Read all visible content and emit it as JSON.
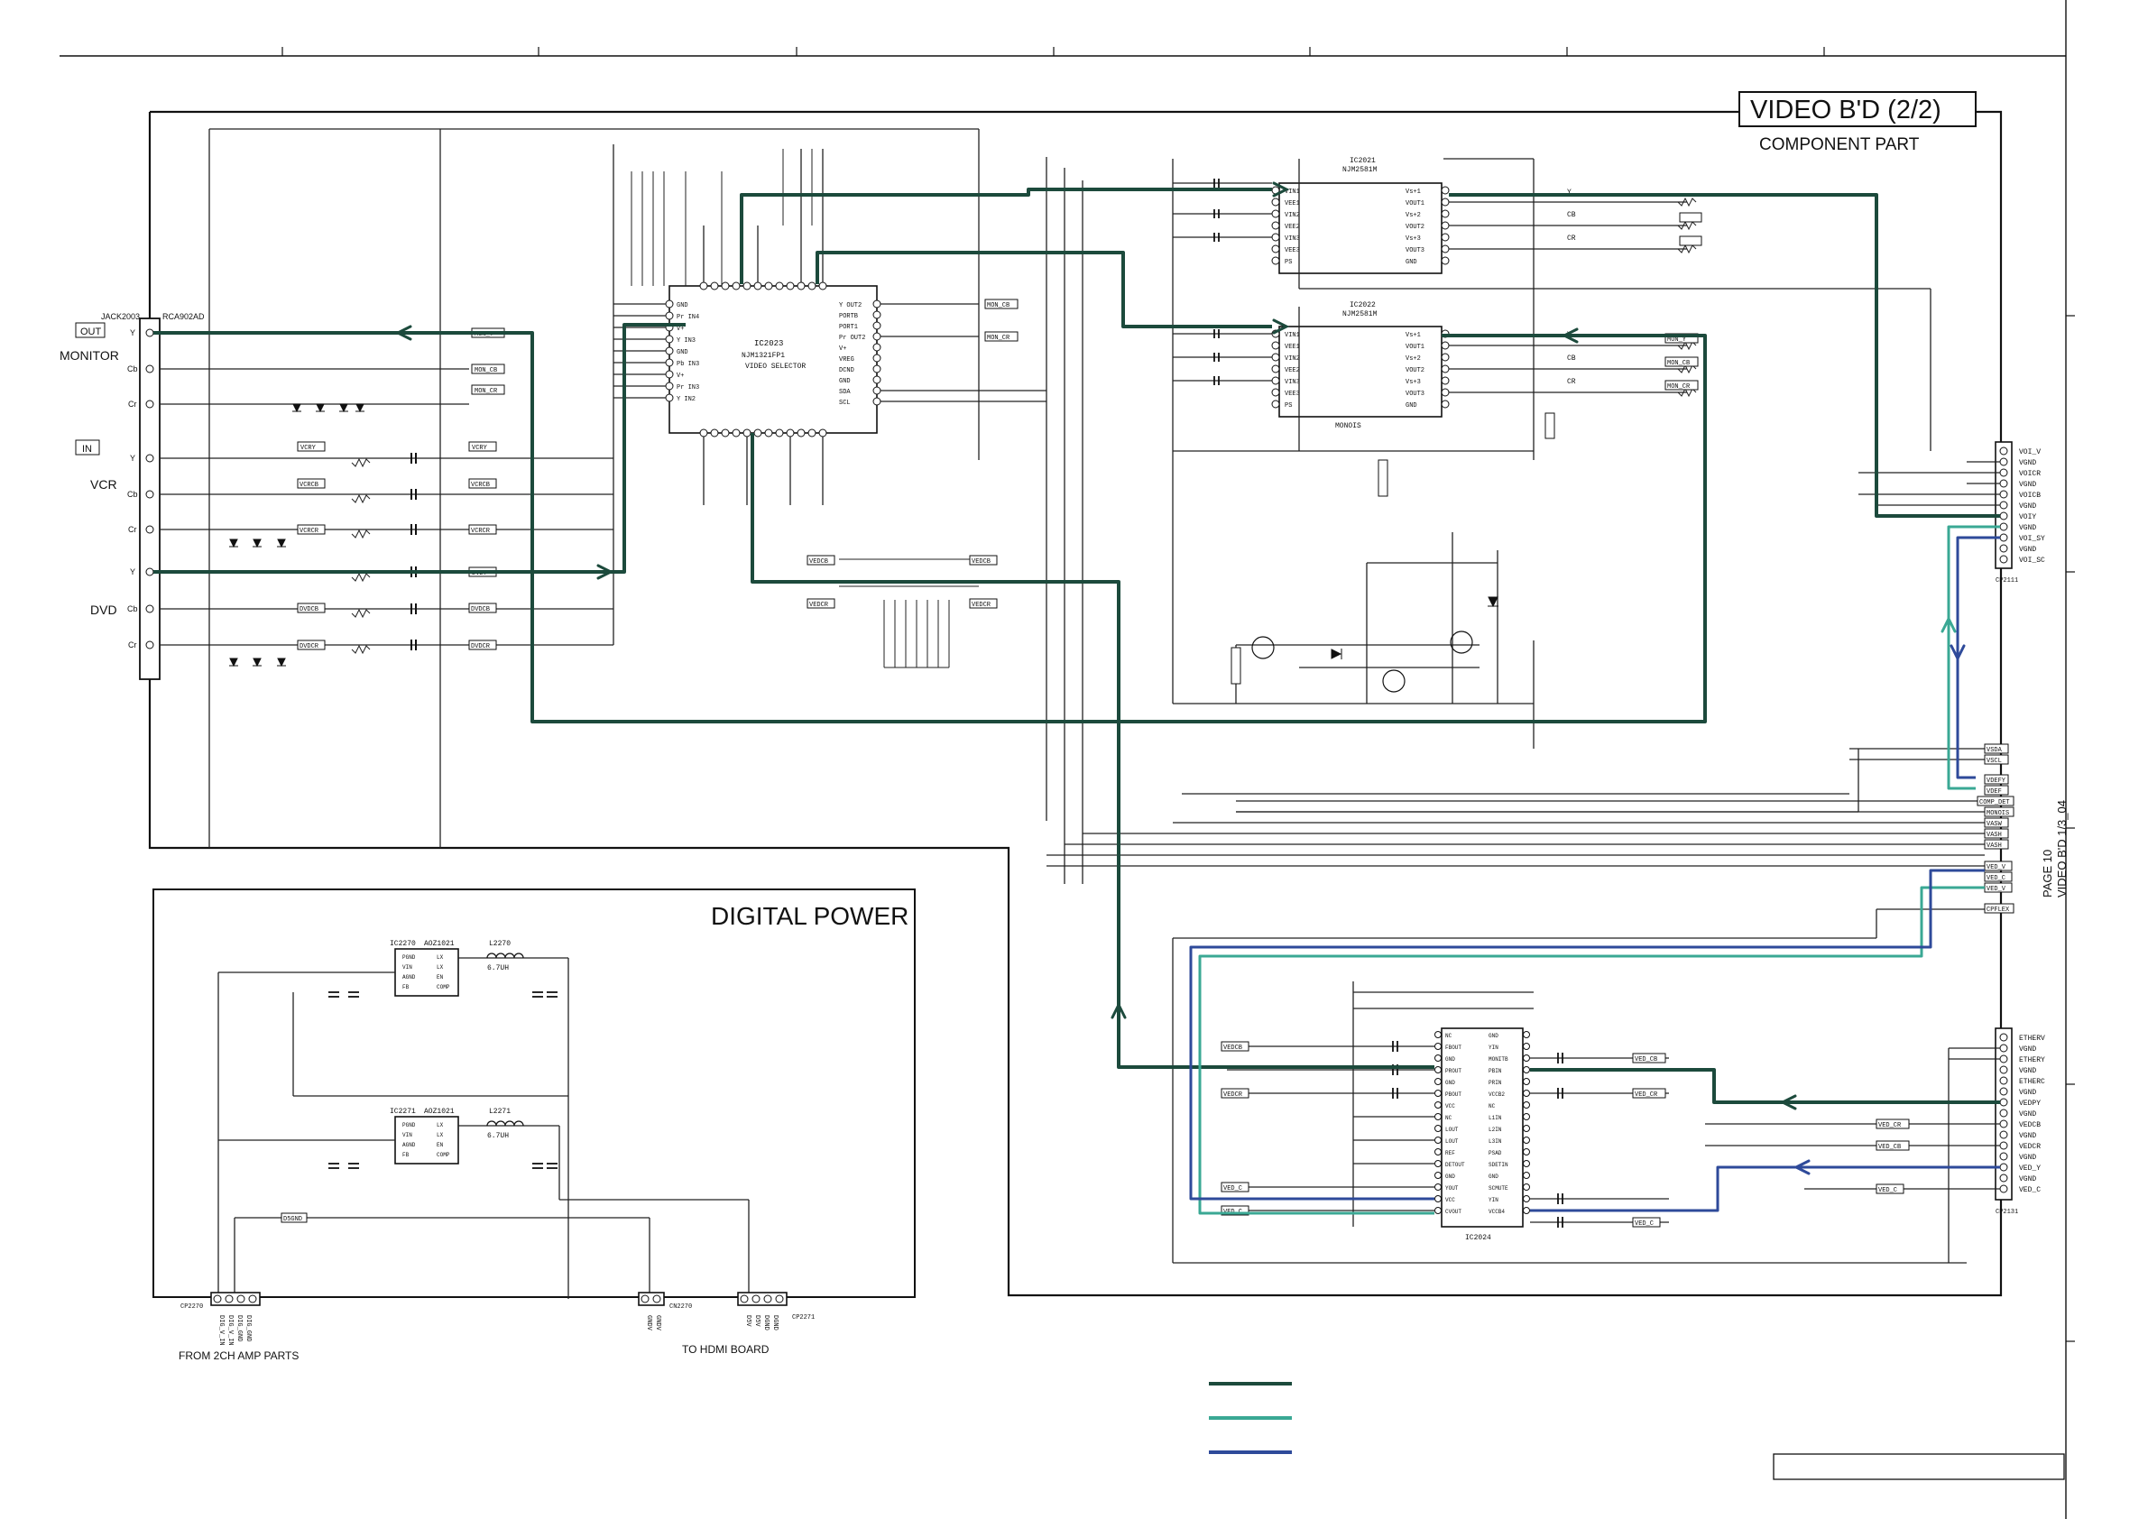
{
  "sheet": {
    "title": "VIDEO B'D (2/2)",
    "subtitle": "COMPONENT PART",
    "page_ref": [
      "PAGE 10",
      "VIDEO B'D 1/3_04"
    ]
  },
  "colors": {
    "trace_dark_green": "#1c4a3c",
    "trace_teal": "#3aa894",
    "trace_blue": "#2e4a9a",
    "line": "#222222"
  },
  "jack": {
    "ref": "JACK2003",
    "part": "RCA902AD",
    "out_badge": "OUT",
    "in_badge": "IN",
    "groups": [
      "MONITOR",
      "VCR",
      "DVD"
    ],
    "pin_labels": [
      "Y",
      "Cb",
      "Cr",
      "Y",
      "Cb",
      "Cr",
      "Y",
      "Cb",
      "Cr"
    ]
  },
  "ic2023": {
    "ref": "IC2023",
    "part": "NJM1321FP1",
    "function": "VIDEO SELECTOR",
    "left_pins": [
      "GND",
      "Pr IN4",
      "V+",
      "Y IN3",
      "GND",
      "Pb IN3",
      "V+",
      "Pr IN3",
      "Y IN2"
    ],
    "right_pins": [
      "Y OUT2",
      "PORTB",
      "PORT1",
      "Pr OUT2",
      "V+",
      "VREG",
      "DCND",
      "GND",
      "SDA",
      "SCL"
    ]
  },
  "ic2021": {
    "ref": "IC2021",
    "part": "NJM2581M",
    "left_pins": [
      "VIN1",
      "VEE1",
      "VIN2",
      "VEE2",
      "VIN3",
      "VEE3",
      "PS"
    ],
    "right_pins": [
      "Vs+1",
      "VOUT1",
      "Vs+2",
      "VOUT2",
      "Vs+3",
      "VOUT3",
      "GND"
    ]
  },
  "ic2022": {
    "ref": "IC2022",
    "part": "NJM2581M",
    "left_pins": [
      "VIN1",
      "VEE1",
      "VIN2",
      "VEE2",
      "VIN3",
      "VEE3",
      "PS"
    ],
    "right_pins": [
      "Vs+1",
      "VOUT1",
      "Vs+2",
      "VOUT2",
      "Vs+3",
      "VOUT3",
      "GND"
    ],
    "net_label": "MONOIS"
  },
  "ic2024": {
    "ref": "IC2024",
    "left_pins": [
      "NC",
      "FBOUT",
      "GND",
      "PROUT",
      "GND",
      "PBOUT",
      "VCC",
      "NC",
      "LOUT",
      "LOUT",
      "REF",
      "DETOUT",
      "GND",
      "YOUT",
      "VCC",
      "CVOUT"
    ],
    "right_pins": [
      "GND",
      "YIN",
      "MONITB",
      "PBIN",
      "PRIN",
      "VCCB2",
      "NC",
      "L1IN",
      "L2IN",
      "L3IN",
      "PSAD",
      "SDETIN",
      "GND",
      "SCMUTE",
      "YIN",
      "VCCB4"
    ]
  },
  "connectors": {
    "cp2111": {
      "ref": "CP2111",
      "pins": [
        "VOI_V",
        "VGND",
        "VOICR",
        "VGND",
        "VOICB",
        "VGND",
        "VOIY",
        "VGND",
        "VOI_SY",
        "VGND",
        "VOI_SC"
      ]
    },
    "cp2131": {
      "ref": "CP2131",
      "pins": [
        "ETHERV",
        "VGND",
        "ETHERY",
        "VGND",
        "ETHERC",
        "VGND",
        "VEDPY",
        "VGND",
        "VEDCB",
        "VGND",
        "VEDCR",
        "VGND",
        "VED_Y",
        "VGND",
        "VED_C"
      ]
    },
    "offpage": [
      "VSDA",
      "VSCL",
      "VDEFY",
      "VDEF",
      "COMP_DET",
      "MONOIS",
      "VASW",
      "VASH",
      "VASH",
      "VED_V",
      "VED_C",
      "VED_V",
      "CPFLEX"
    ]
  },
  "digital_power": {
    "title": "DIGITAL POWER",
    "ic_a": {
      "ref": "IC2270",
      "part": "AOZ1021",
      "pins_left": [
        "PGND",
        "VIN",
        "AGND",
        "FB"
      ],
      "pins_right": [
        "LX",
        "LX",
        "EN",
        "COMP"
      ],
      "inductor": "L2270",
      "inductor_value": "6.7UH"
    },
    "ic_b": {
      "ref": "IC2271",
      "part": "AOZ1021",
      "pins_left": [
        "PGND",
        "VIN",
        "AGND",
        "FB"
      ],
      "pins_right": [
        "LX",
        "LX",
        "EN",
        "COMP"
      ],
      "inductor": "L2271",
      "inductor_value": "6.7UH"
    },
    "connectors": [
      {
        "ref": "CP2270",
        "pins": [
          "DIG_V_IN",
          "DIG_V_IN",
          "DIG_GND",
          "DIG_GND"
        ],
        "caption": "FROM 2CH AMP PARTS"
      },
      {
        "ref": "CN2270",
        "pins": [
          "GNDV",
          "GNDV"
        ],
        "caption": ""
      },
      {
        "ref": "CP2271",
        "pins": [
          "D5V",
          "D5V",
          "DGND",
          "DGND"
        ],
        "caption": "TO HDMI BOARD"
      }
    ],
    "net_label": "D5GND"
  },
  "net_labels": {
    "mon_y": "MON_Y",
    "mon_cb": "MON_CB",
    "mon_cr": "MON_CR",
    "vcr_y": "VCRY",
    "vcr_cb": "VCRCB",
    "vcr_cr": "VCRCR",
    "dvd_y": "DVDY",
    "dvd_cb": "DVDCB",
    "dvd_cr": "DVDCR",
    "vedcb": "VEDCB",
    "vedcr": "VEDCR",
    "ved_c": "VED_C",
    "ved_cb": "VED_CB",
    "ved_cr": "VED_CR",
    "ved_y": "VED_Y",
    "comp_det": "COMP_DET",
    "ycb": "Y",
    "cb": "CB",
    "cr": "CR"
  }
}
